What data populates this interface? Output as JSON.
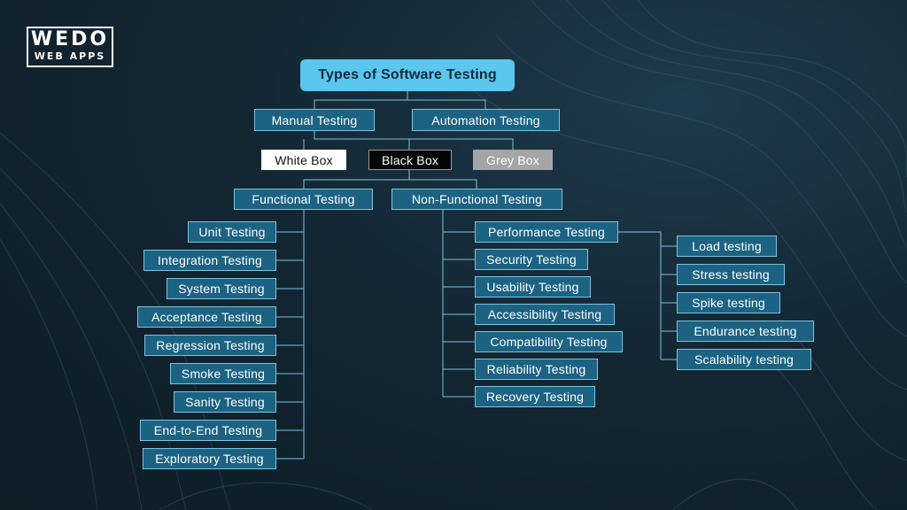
{
  "logo": {
    "line1": "WEDO",
    "line2": "WEB APPS"
  },
  "root": "Types of Software Testing",
  "approaches": [
    "Manual Testing",
    "Automation Testing"
  ],
  "boxes": [
    "White Box",
    "Black Box",
    "Grey Box"
  ],
  "categories": [
    "Functional Testing",
    "Non-Functional Testing"
  ],
  "functional": [
    "Unit Testing",
    "Integration Testing",
    "System Testing",
    "Acceptance Testing",
    "Regression Testing",
    "Smoke Testing",
    "Sanity Testing",
    "End-to-End Testing",
    "Exploratory Testing"
  ],
  "non_functional": [
    "Performance Testing",
    "Security Testing",
    "Usability Testing",
    "Accessibility Testing",
    "Compatibility Testing",
    "Reliability Testing",
    "Recovery Testing"
  ],
  "performance": [
    "Load testing",
    "Stress testing",
    "Spike testing",
    "Endurance testing",
    "Scalability testing"
  ],
  "colors": {
    "node": "#1c6282",
    "root": "#5bc6ee",
    "line": "#7cc3de"
  }
}
